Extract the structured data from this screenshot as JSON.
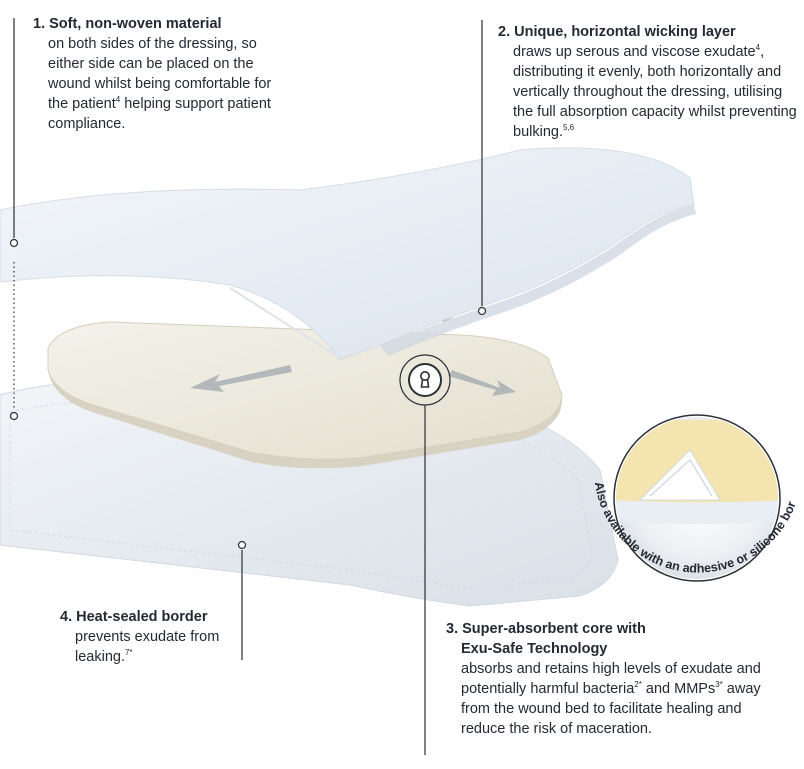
{
  "callouts": {
    "c1": {
      "num": "1.",
      "title": "Soft, non-woven material",
      "body": "on both sides of the dressing, so either side can be placed on the wound whilst being comfortable for the patient",
      "sup": "4",
      "body_after": " helping support patient compliance."
    },
    "c2": {
      "num": "2.",
      "title": "Unique, horizontal wicking layer",
      "body": "draws up serous and viscose exudate",
      "sup1": "4",
      "body_mid": ", distributing it evenly, both horizontally and vertically throughout the dressing, utilising the full absorption capacity whilst preventing bulking.",
      "sup2": "5,6"
    },
    "c3": {
      "num": "3.",
      "title": "Super-absorbent core with",
      "title2": "Exu-Safe Technology",
      "body_a": "absorbs and retains high levels of exudate and potentially harmful bacteria",
      "sup1": "2*",
      "body_b": " and MMPs",
      "sup2": "3*",
      "body_c": " away from the wound bed to facilitate healing and reduce the risk of maceration."
    },
    "c4": {
      "num": "4.",
      "title": "Heat-sealed border",
      "body": "prevents exudate from leaking.",
      "sup": "7*"
    }
  },
  "badge": {
    "text": "Also available with an adhesive or silicone border"
  },
  "colors": {
    "text": "#222a33",
    "line": "#2b2f36",
    "layer_top": "#e9f0f6",
    "layer_core": "#ece9dc",
    "layer_bottom": "#e6ecf2",
    "badge_yellow": "#f3e4b0"
  }
}
